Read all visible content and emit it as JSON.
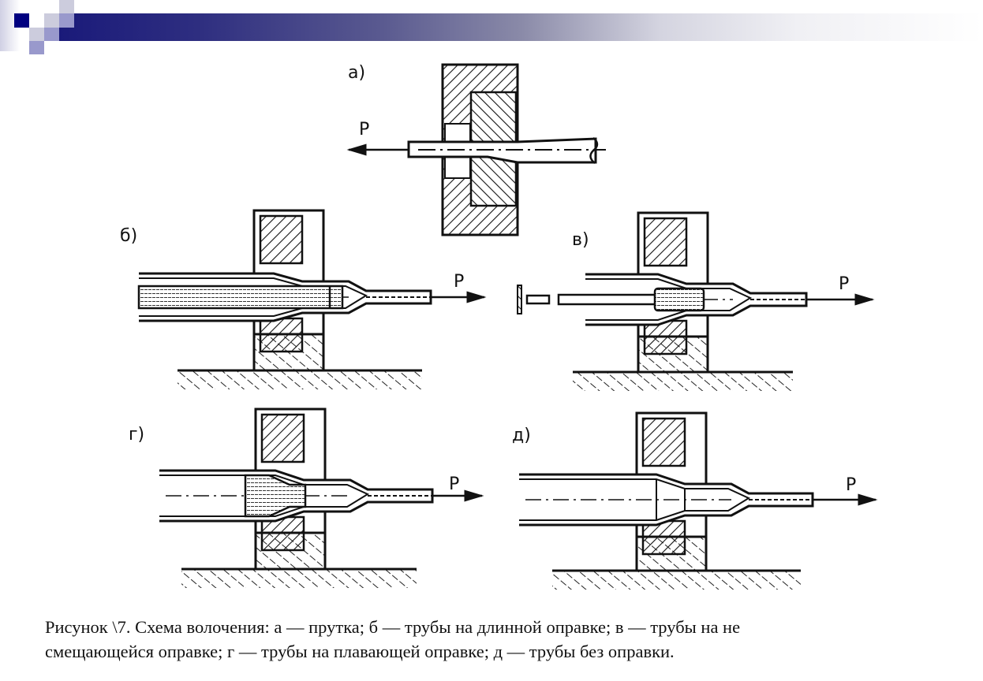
{
  "header": {
    "accent_colors": [
      "#000080",
      "#9999cc",
      "#ccccdd"
    ],
    "bar_gradient": [
      "#1a1a7a",
      "#ffffff"
    ]
  },
  "figure": {
    "panels": [
      {
        "id": "a",
        "label": "а)",
        "force_label": "P",
        "force_direction": "left",
        "subject": "прутка"
      },
      {
        "id": "b",
        "label": "б)",
        "force_label": "P",
        "force_direction": "right",
        "subject": "трубы на длинной оправке"
      },
      {
        "id": "v",
        "label": "в)",
        "force_label": "P",
        "force_direction": "right",
        "subject": "трубы на не смещающейся оправке"
      },
      {
        "id": "g",
        "label": "г)",
        "force_label": "P",
        "force_direction": "right",
        "subject": "трубы на плавающей оправке"
      },
      {
        "id": "d",
        "label": "д)",
        "force_label": "P",
        "force_direction": "right",
        "subject": "трубы без оправки"
      }
    ]
  },
  "caption": {
    "line1": "Рисунок \\7. Схема волочения: а — прутка; б — трубы на длинной оправке; в — трубы на не",
    "line2": "смещающейся оправке; г — трубы на плавающей оправке; д — трубы без оправки."
  }
}
